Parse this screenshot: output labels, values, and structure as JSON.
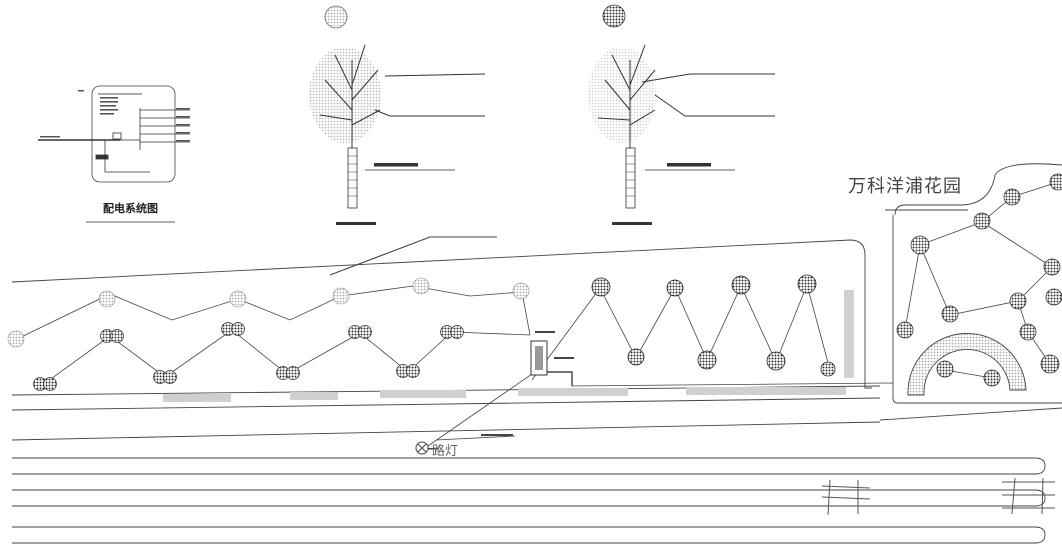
{
  "labels": {
    "system_diagram_title": "配电系统图",
    "park_name": "万科洋浦花园",
    "street_lamp": "路灯"
  },
  "colors": {
    "line": "#333333",
    "tree_canopy": "#444444",
    "shrub": "#999999",
    "paving": "#cccccc"
  },
  "icons": {
    "tree_evergreen": "dense-round-canopy-icon",
    "tree_deciduous": "leafy-shrub-icon",
    "street_lamp": "circle-cross-lamp-icon"
  }
}
